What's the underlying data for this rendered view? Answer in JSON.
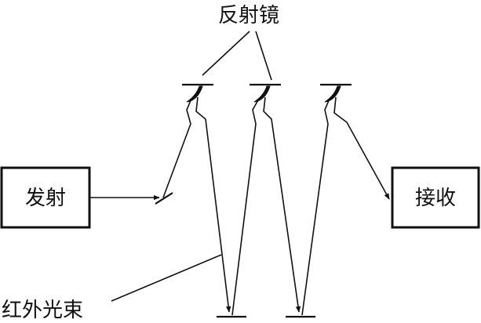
{
  "labels": {
    "mirrors": "反射镜",
    "transmit": "发射",
    "receive": "接收",
    "infrared_beam": "红外光束"
  },
  "colors": {
    "ink": "#111111",
    "background": "#ffffff"
  }
}
